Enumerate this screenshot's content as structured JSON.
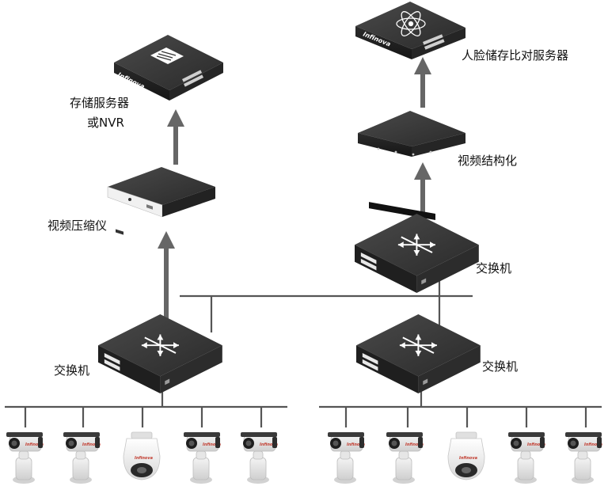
{
  "labels": {
    "storage_server_line1": "存储服务器",
    "storage_server_line2": "或NVR",
    "video_compressor": "视频压缩仪",
    "face_server": "人脸储存比对服务器",
    "video_structuring": "视频结构化",
    "switch_right_top": "交换机",
    "switch_left": "交换机",
    "switch_right_bottom": "交换机"
  },
  "brand": "Infinova"
}
